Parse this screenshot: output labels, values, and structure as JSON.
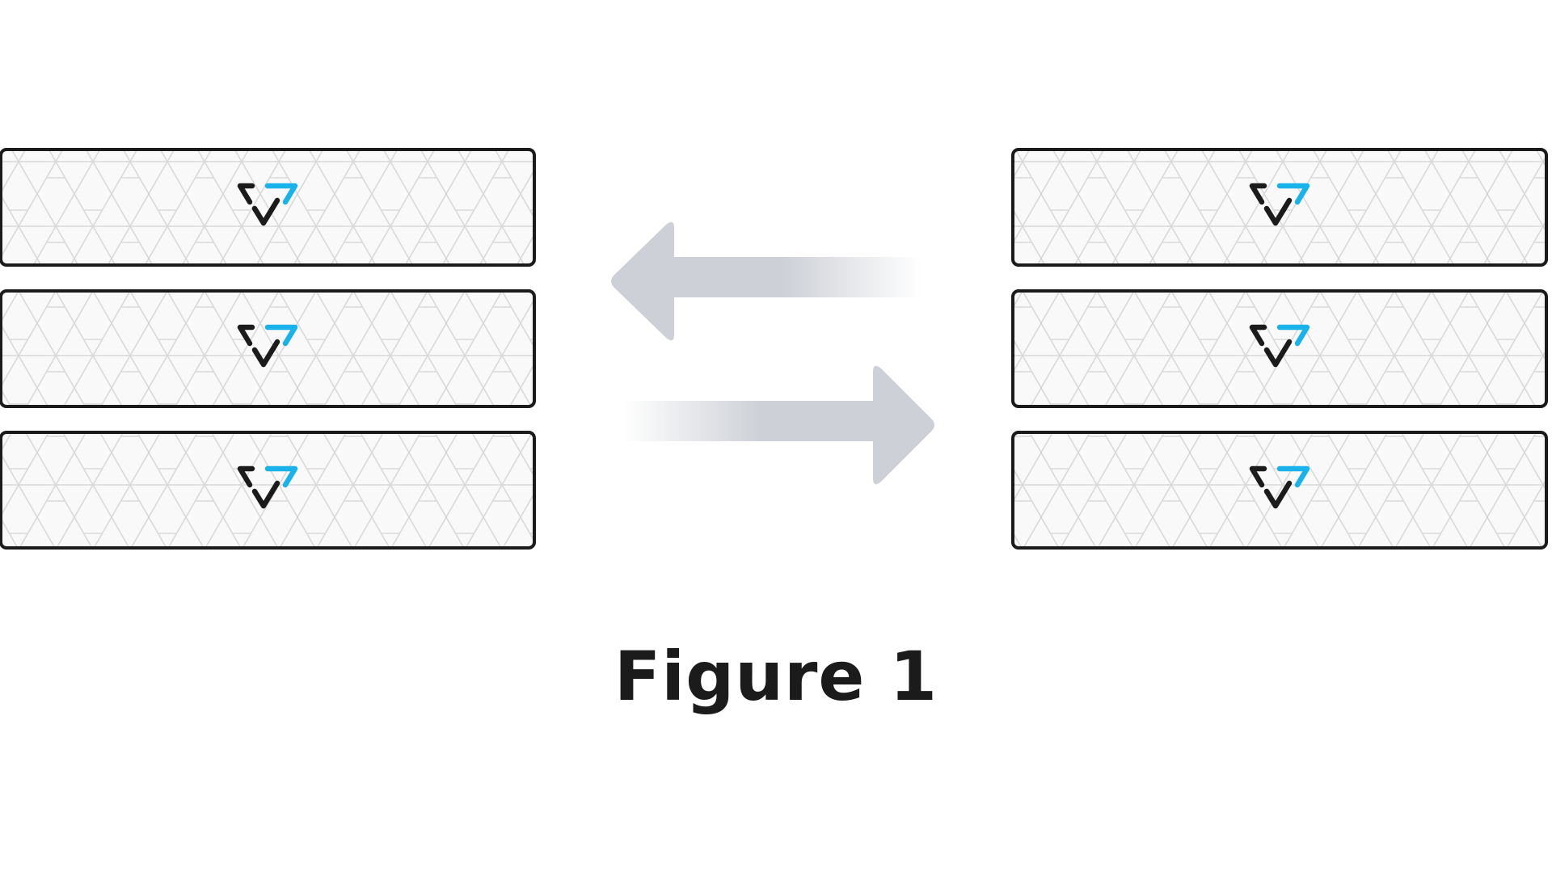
{
  "caption": "Figure 1",
  "colors": {
    "background": "#ffffff",
    "panel_border": "#1b1b1b",
    "panel_fill": "#f9f9f9",
    "pattern_line": "#d9d9d9",
    "logo_dark": "#1b1b1b",
    "logo_accent": "#1ab2ea",
    "arrow": "#cdd0d6"
  },
  "diagram": {
    "left_group": {
      "panels": [
        {
          "logo": "triangle-check-logo-icon"
        },
        {
          "logo": "triangle-check-logo-icon"
        },
        {
          "logo": "triangle-check-logo-icon"
        }
      ]
    },
    "right_group": {
      "panels": [
        {
          "logo": "triangle-check-logo-icon"
        },
        {
          "logo": "triangle-check-logo-icon"
        },
        {
          "logo": "triangle-check-logo-icon"
        }
      ]
    },
    "arrows": [
      {
        "icon": "arrow-left-icon",
        "direction": "left"
      },
      {
        "icon": "arrow-right-icon",
        "direction": "right"
      }
    ]
  }
}
